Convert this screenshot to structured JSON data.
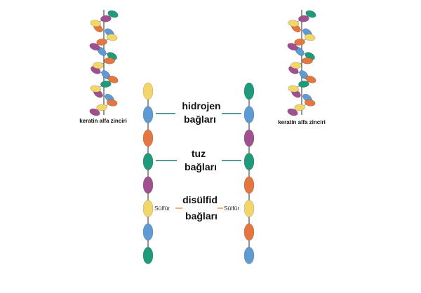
{
  "colors": {
    "yellow": "#f2d66a",
    "blue": "#5f9bd3",
    "orange": "#e4773f",
    "green": "#1f9a7a",
    "purple": "#a0508f",
    "line_green": "#1b7a70",
    "line_orange": "#e39a3a",
    "axis": "#666666"
  },
  "helix_left": {
    "caption": "keratin alfa zinciri",
    "beads": [
      "green",
      "purple",
      "yellow",
      "orange",
      "blue",
      "yellow",
      "orange",
      "purple",
      "blue",
      "green",
      "orange",
      "yellow",
      "purple",
      "blue",
      "orange",
      "green",
      "yellow",
      "purple",
      "blue",
      "orange",
      "yellow",
      "purple"
    ]
  },
  "helix_right": {
    "caption": "keratin alfa zinciri",
    "beads": [
      "green",
      "purple",
      "yellow",
      "orange",
      "blue",
      "yellow",
      "orange",
      "purple",
      "blue",
      "green",
      "orange",
      "yellow",
      "purple",
      "blue",
      "orange",
      "green",
      "yellow",
      "purple",
      "blue",
      "orange",
      "yellow",
      "purple"
    ]
  },
  "chain_left": {
    "beads": [
      "yellow",
      "blue",
      "orange",
      "green",
      "purple",
      "yellow",
      "blue",
      "green"
    ]
  },
  "chain_right": {
    "beads": [
      "green",
      "blue",
      "purple",
      "green",
      "orange",
      "yellow",
      "orange",
      "blue"
    ]
  },
  "bonds": {
    "hydrogen": {
      "line1": "hidrojen",
      "line2": "bağları"
    },
    "salt": {
      "line1": "tuz",
      "line2": "bağları"
    },
    "disulfide": {
      "line1": "disülfid",
      "line2": "bağları",
      "sulfur_left": "Sülfür",
      "sulfur_right": "Sülfür"
    }
  }
}
